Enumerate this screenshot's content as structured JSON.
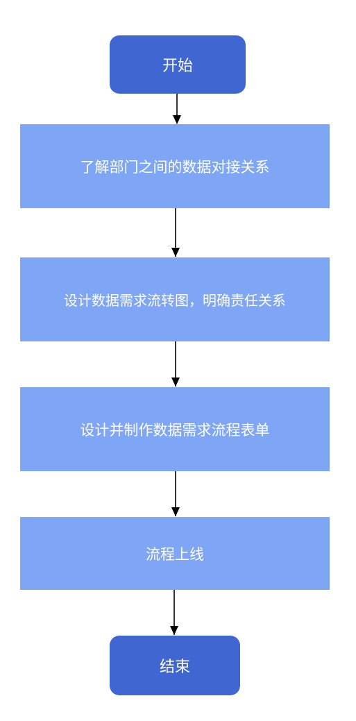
{
  "diagram": {
    "nodes": {
      "start": "开始",
      "step1": "了解部门之间的数据对接关系",
      "step2": "设计数据需求流转图，明确责任关系",
      "step3": "设计并制作数据需求流程表单",
      "step4": "流程上线",
      "end": "结束"
    },
    "colors": {
      "terminal": "#3f66d1",
      "process": "#7ea6f4",
      "connector": "#000000"
    }
  }
}
